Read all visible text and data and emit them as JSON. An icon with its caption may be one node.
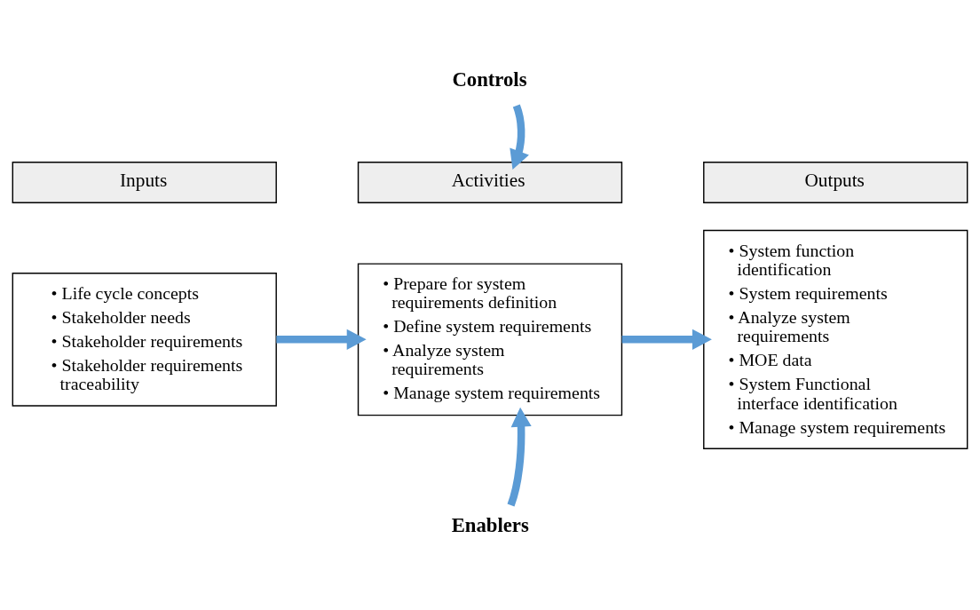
{
  "diagram": {
    "nodes": [
      {
        "text": [
          "Controls"
        ]
      },
      {
        "text": [
          "Inputs"
        ]
      },
      {
        "text": [
          "• Life cycle concepts",
          "• Stakeholder needs",
          "• Stakeholder requirements",
          "• Stakeholder requirements traceability"
        ]
      },
      {
        "text": [
          "Activities"
        ]
      },
      {
        "text": [
          "• Prepare for system requirements definition",
          "• Define system requirements",
          "• Analyze system requirements",
          "• Manage system requirements"
        ]
      },
      {
        "text": [
          "Outputs"
        ]
      },
      {
        "text": [
          "• System function identification",
          "• System requirements",
          "• Analyze system requirements",
          "• MOE data",
          "• System Functional interface identification",
          "• Manage system requirements"
        ]
      },
      {
        "text": [
          "Enablers"
        ]
      }
    ],
    "edges": [
      {
        "from": 0,
        "to": 3,
        "arrow": "to"
      },
      {
        "from": 2,
        "to": 4,
        "arrow": "to"
      },
      {
        "from": 4,
        "to": 6,
        "arrow": "to"
      },
      {
        "from": 7,
        "to": 4,
        "arrow": "to"
      }
    ]
  }
}
